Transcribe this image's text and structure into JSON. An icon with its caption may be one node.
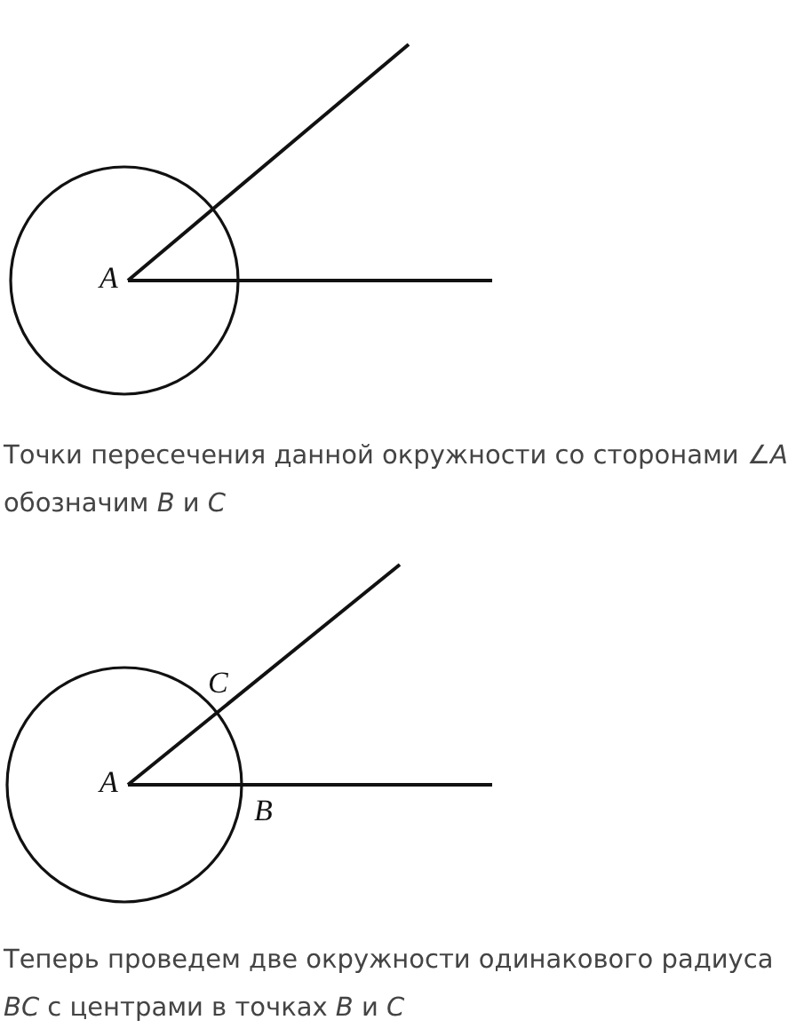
{
  "diagram": {
    "labels": [
      "A",
      "Точки пересечения данной окружности со сторонами ∠*A* обозначим *B* и *C*",
      "C",
      "A",
      "B",
      "Теперь проведем две окружности одинакового радиуса *BC* с центрами в точках *B* и *C*"
    ]
  }
}
